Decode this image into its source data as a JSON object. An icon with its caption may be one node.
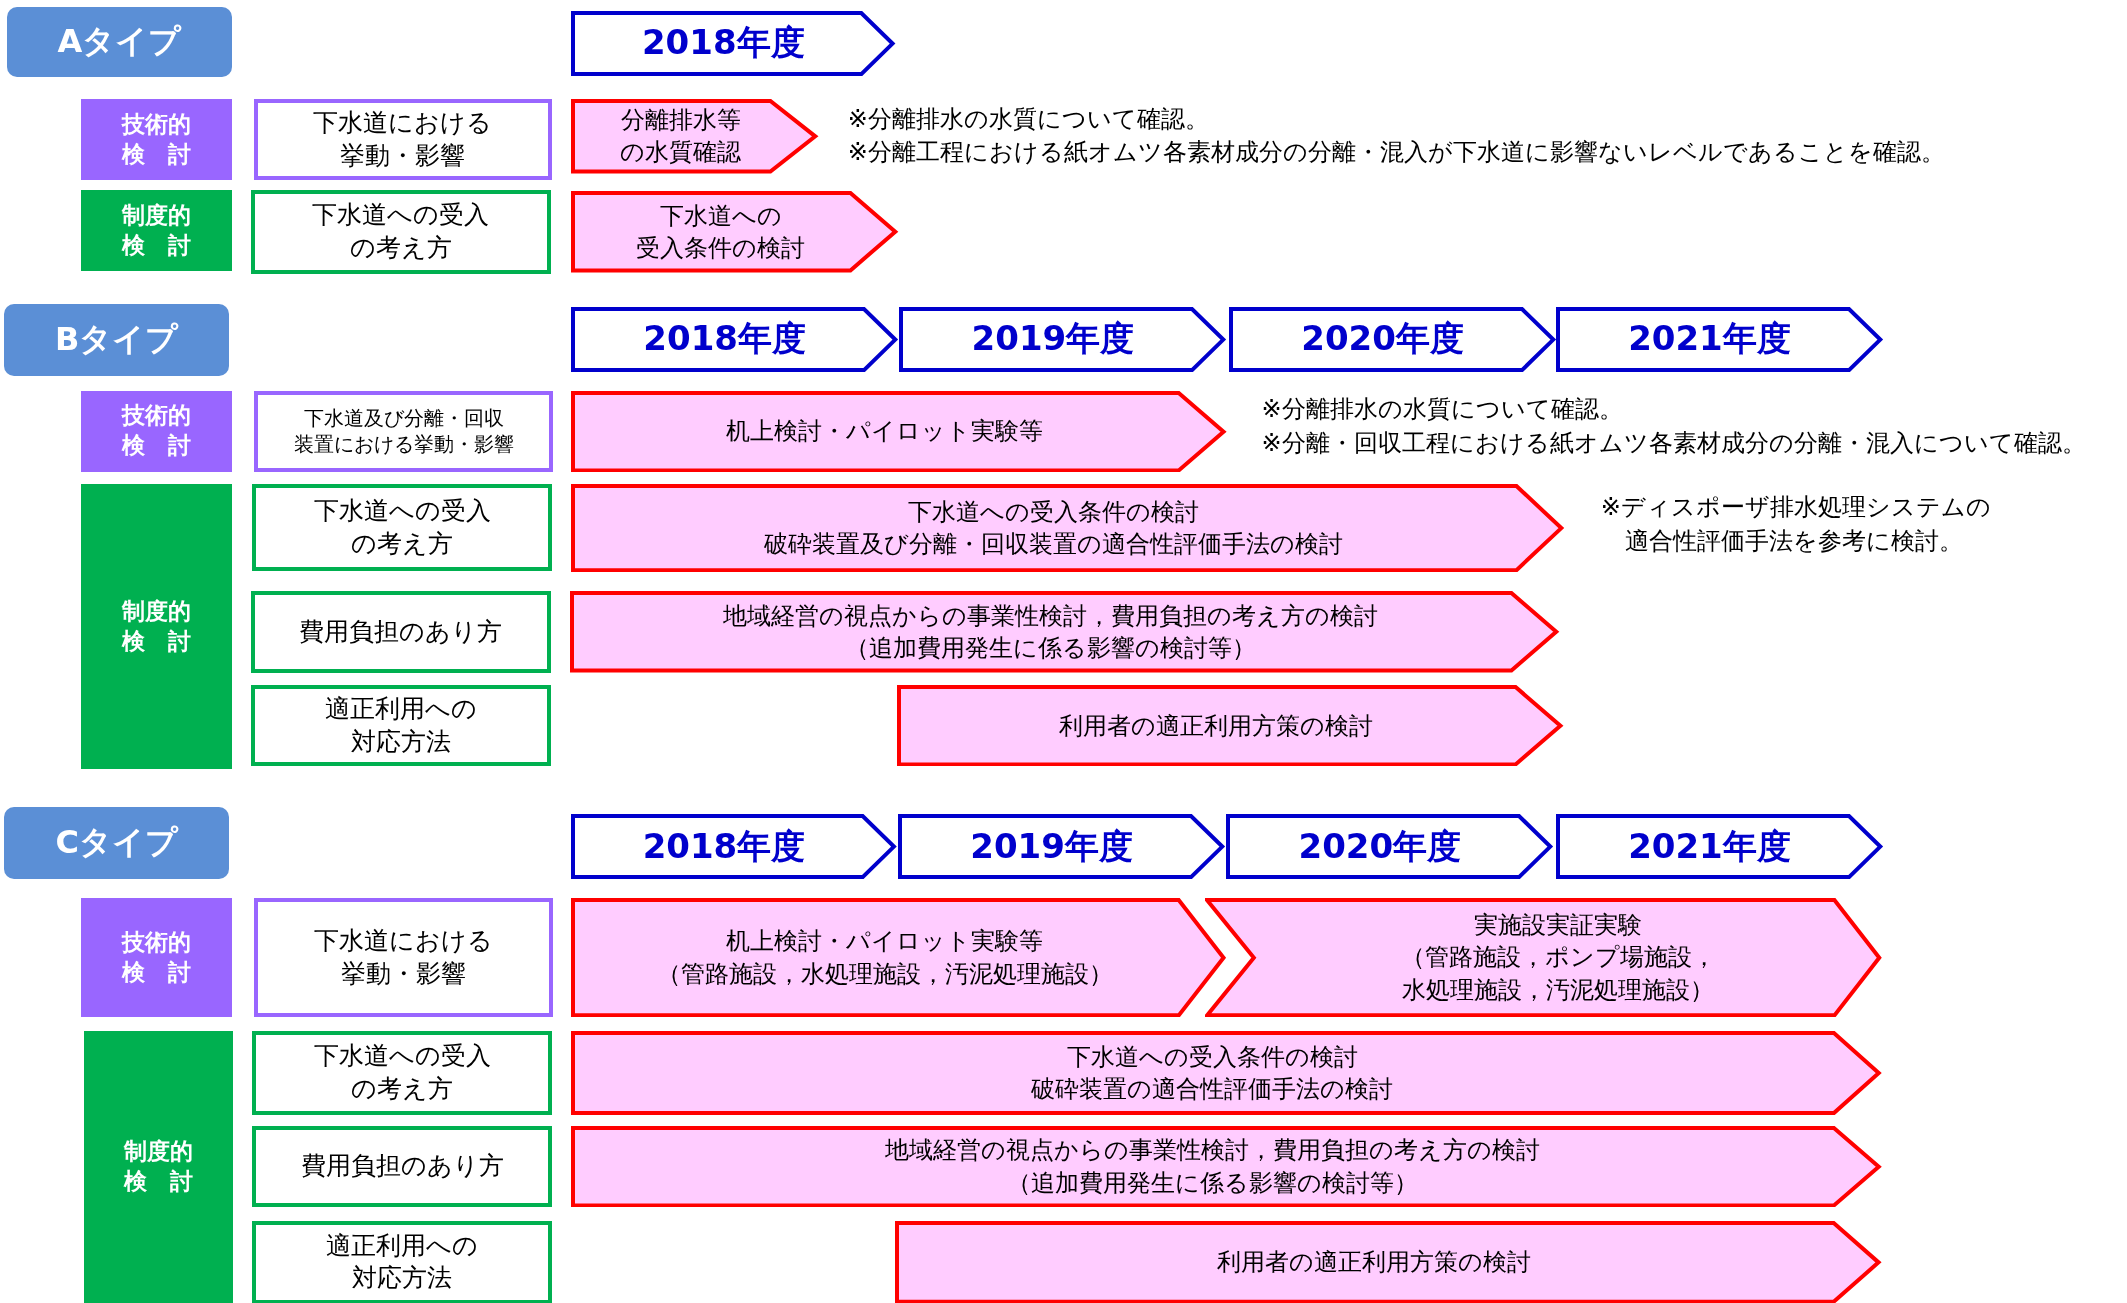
{
  "diagram": {
    "nodes": [
      {
        "text": [
          "Aタイプ"
        ]
      },
      {
        "text": [
          "2018年度"
        ]
      },
      {
        "text": [
          "技術的検　討"
        ]
      },
      {
        "text": [
          "下水道における挙動・影響"
        ]
      },
      {
        "text": [
          "分離排水等の水質確認"
        ]
      },
      {
        "text": [
          "制度的検　討"
        ]
      },
      {
        "text": [
          "下水道への受入の考え方"
        ]
      },
      {
        "text": [
          "下水道への受入条件の検討"
        ]
      },
      {
        "text": [
          "Bタイプ"
        ]
      },
      {
        "text": [
          "2018年度"
        ]
      },
      {
        "text": [
          "2019年度"
        ]
      },
      {
        "text": [
          "2020年度"
        ]
      },
      {
        "text": [
          "2021年度"
        ]
      },
      {
        "text": [
          "技術的検　討"
        ]
      },
      {
        "text": [
          "下水道及び分離・回収装置における挙動・影響"
        ]
      },
      {
        "text": [
          "机上検討・パイロット実験等"
        ]
      },
      {
        "text": [
          "制度的検　討"
        ]
      },
      {
        "text": [
          "下水道への受入の考え方"
        ]
      },
      {
        "text": [
          "下水道への受入条件の検討",
          "破砕装置及び分離・回収装置の適合性評価手法の検討"
        ]
      },
      {
        "text": [
          "費用負担のあり方"
        ]
      },
      {
        "text": [
          "地域経営の視点からの事業性検討，費用負担の考え方の検討",
          "（追加費用発生に係る影響の検討等）"
        ]
      },
      {
        "text": [
          "適正利用への対応方法"
        ]
      },
      {
        "text": [
          "利用者の適正利用方策の検討"
        ]
      },
      {
        "text": [
          "Cタイプ"
        ]
      },
      {
        "text": [
          "2018年度"
        ]
      },
      {
        "text": [
          "2019年度"
        ]
      },
      {
        "text": [
          "2020年度"
        ]
      },
      {
        "text": [
          "2021年度"
        ]
      },
      {
        "text": [
          "技術的検　討"
        ]
      },
      {
        "text": [
          "下水道における挙動・影響"
        ]
      },
      {
        "text": [
          "机上検討・パイロット実験等",
          "（管路施設，水処理施設，汚泥処理施設）"
        ]
      },
      {
        "text": [
          "実施設実証実験",
          "（管路施設，ポンプ場施設，水処理施設，汚泥処理施設）"
        ]
      },
      {
        "text": [
          "制度的検　討"
        ]
      },
      {
        "text": [
          "下水道への受入の考え方"
        ]
      },
      {
        "text": [
          "下水道への受入条件の検討",
          "破砕装置の適合性評価手法の検討"
        ]
      },
      {
        "text": [
          "費用負担のあり方"
        ]
      },
      {
        "text": [
          "地域経営の視点からの事業性検討，費用負担の考え方の検討",
          "（追加費用発生に係る影響の検討等）"
        ]
      },
      {
        "text": [
          "適正利用への対応方法"
        ]
      },
      {
        "text": [
          "利用者の適正利用方策の検討"
        ]
      }
    ],
    "labels": [
      "※分離排水の水質について確認。",
      "※分離工程における紙オムツ各素材成分の分離・混入が下水道に影響ないレベルであることを確認。",
      "※分離排水の水質について確認。",
      "※分離・回収工程における紙オムツ各素材成分の分離・混入について確認。",
      "※ディスポーザ排水処理システムの適合性評価手法を参考に検討。"
    ]
  }
}
